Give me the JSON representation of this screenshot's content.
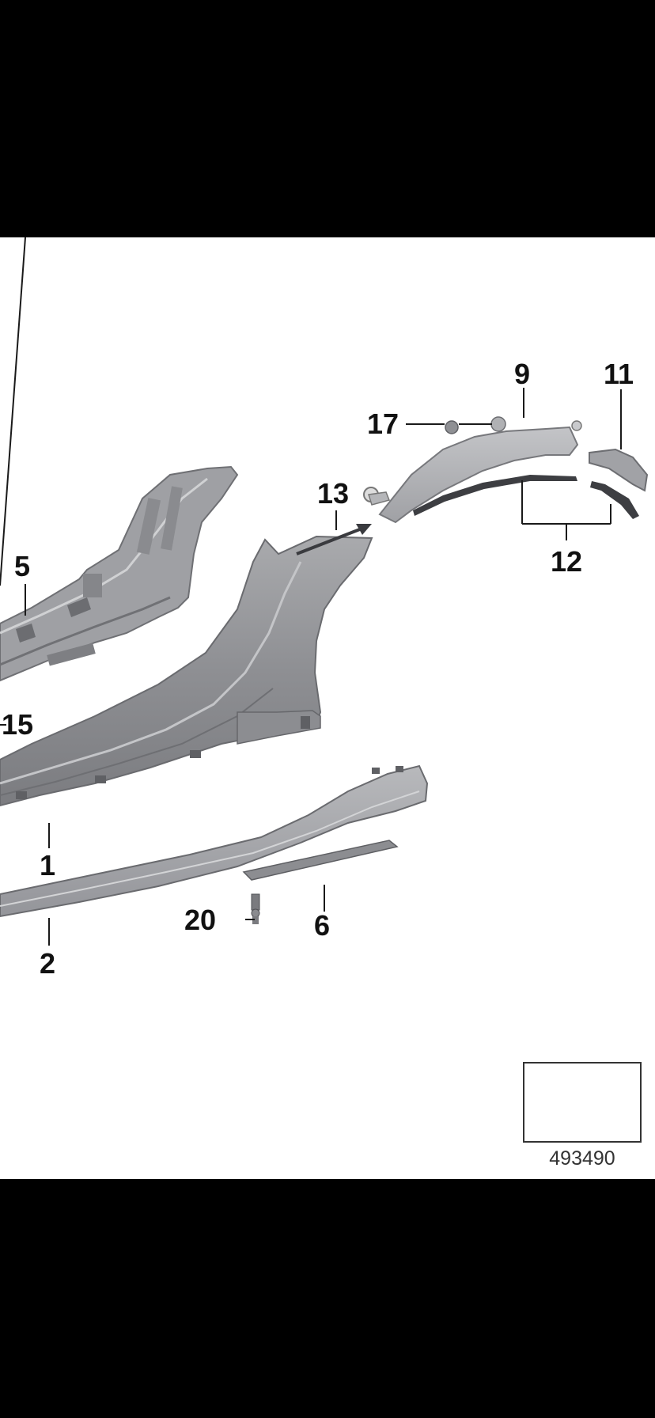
{
  "diagram": {
    "callouts": {
      "c1": "1",
      "c2": "2",
      "c5": "5",
      "c6": "6",
      "c9": "9",
      "c11": "11",
      "c12": "12",
      "c13": "13",
      "c15": "15",
      "c17": "17",
      "c20": "20"
    },
    "reference_number": "493490",
    "reference_icon": "arrow-direction-icon"
  }
}
